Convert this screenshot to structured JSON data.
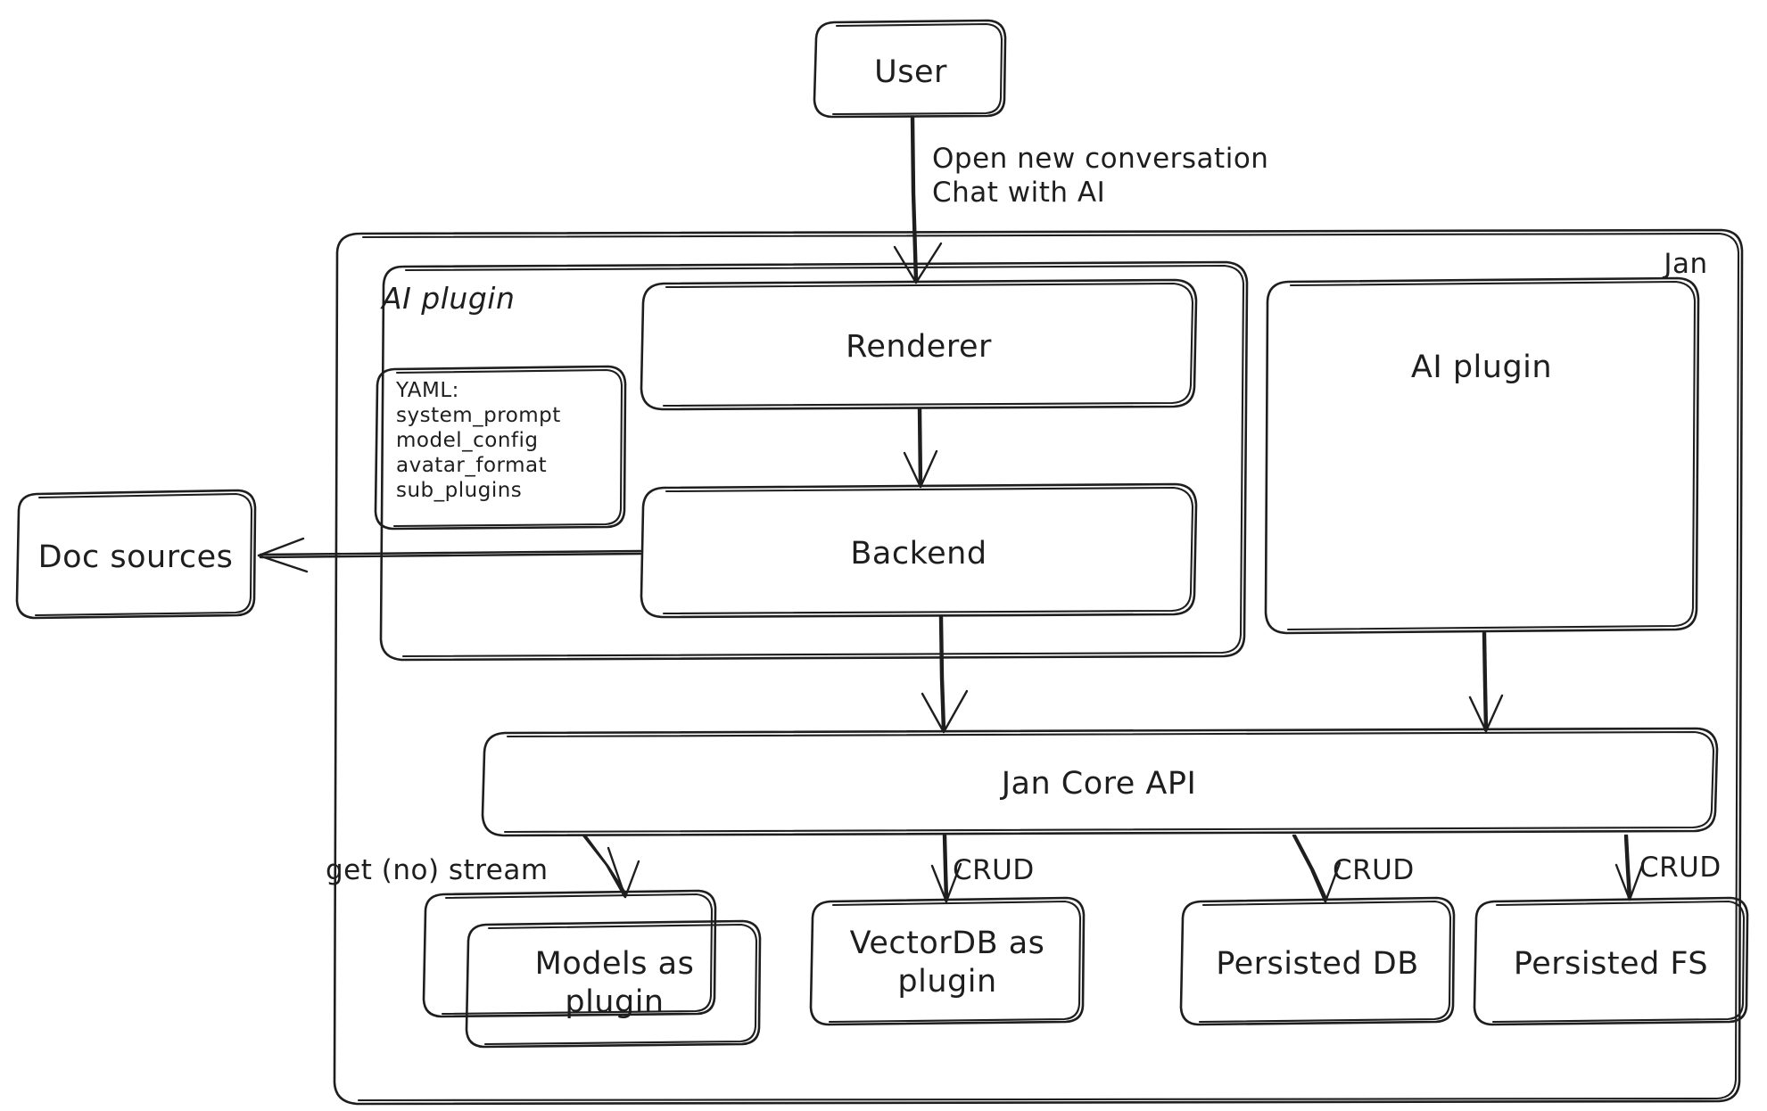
{
  "diagram": {
    "style": "hand-drawn architecture diagram",
    "stroke_color": "#1e1e1e",
    "background_color": "#ffffff"
  },
  "containers": [
    {
      "id": "jan",
      "label": "Jan"
    },
    {
      "id": "ai-plugin-group",
      "label": "AI plugin"
    }
  ],
  "nodes": {
    "user": {
      "label": "User"
    },
    "renderer": {
      "label": "Renderer"
    },
    "backend": {
      "label": "Backend"
    },
    "ai_plugin_right": {
      "label": "AI plugin"
    },
    "jan_core_api": {
      "label": "Jan Core API"
    },
    "doc_sources": {
      "label": "Doc sources"
    },
    "models_plugin": {
      "label": "Models as\nplugin"
    },
    "vectordb_plugin": {
      "label": "VectorDB as\nplugin"
    },
    "persisted_db": {
      "label": "Persisted DB"
    },
    "persisted_fs": {
      "label": "Persisted FS"
    },
    "yaml_note": {
      "label": "YAML:\nsystem_prompt\nmodel_config\navatar_format\nsub_plugins"
    }
  },
  "edge_labels": {
    "user_to_renderer": "Open new conversation\nChat with AI",
    "core_to_models": "get (no) stream",
    "core_to_vectordb": "CRUD",
    "core_to_db": "CRUD",
    "core_to_fs": "CRUD"
  },
  "edges": [
    {
      "from": "user",
      "to": "renderer",
      "label": "Open new conversation\nChat with AI"
    },
    {
      "from": "renderer",
      "to": "backend",
      "label": ""
    },
    {
      "from": "backend",
      "to": "doc_sources",
      "label": ""
    },
    {
      "from": "backend",
      "to": "jan_core_api",
      "label": ""
    },
    {
      "from": "ai_plugin_right",
      "to": "jan_core_api",
      "label": ""
    },
    {
      "from": "jan_core_api",
      "to": "models_plugin",
      "label": "get (no) stream"
    },
    {
      "from": "jan_core_api",
      "to": "vectordb_plugin",
      "label": "CRUD"
    },
    {
      "from": "jan_core_api",
      "to": "persisted_db",
      "label": "CRUD"
    },
    {
      "from": "jan_core_api",
      "to": "persisted_fs",
      "label": "CRUD"
    }
  ]
}
